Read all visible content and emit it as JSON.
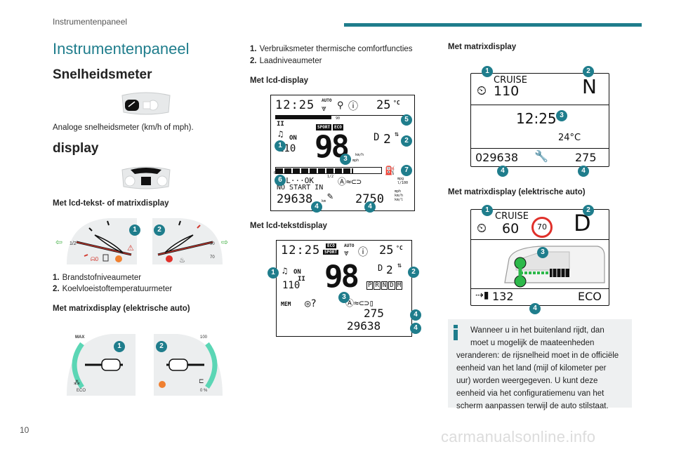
{
  "page": {
    "running_header": "Instrumentenpaneel",
    "page_number": "10",
    "watermark": "carmanualsonline.info"
  },
  "col1": {
    "title": "Instrumentenpaneel",
    "speedometer_heading": "Snelheidsmeter",
    "speedometer_desc": "Analoge snelheidsmeter (km/h of mph).",
    "display_heading": "display",
    "lcd_matrix_heading": "Met lcd-tekst- of matrixdisplay",
    "list1": [
      {
        "num": "1.",
        "text": "Brandstofniveaumeter"
      },
      {
        "num": "2.",
        "text": "Koelvloeistoftemperatuurmeter"
      }
    ],
    "electric_heading": "Met matrixdisplay (elektrische auto)",
    "gauge_labels": {
      "half": "1/2",
      "ninety": "90",
      "seventy": "70",
      "max": "MAX",
      "hundred": "100",
      "eco": "ECO",
      "zero_pct": "0 %"
    }
  },
  "col2": {
    "list2": [
      {
        "num": "1.",
        "text": "Verbruiksmeter thermische comfortfuncties"
      },
      {
        "num": "2.",
        "text": "Laadniveaumeter"
      }
    ],
    "lcd_heading": "Met lcd-display",
    "lcd": {
      "clock": "12:25",
      "auto": "AUTO",
      "temp": "25",
      "temp_unit": "°C",
      "scale_60": "60",
      "scale_90": "90",
      "sport": "SPORT",
      "eco": "ECO",
      "on": "ON",
      "cruise_speed": "110",
      "speed": "98",
      "gear": "D",
      "gear_num": "2",
      "kmh": "km/h",
      "mph": "mph",
      "zero": "0",
      "half": "1/2",
      "mpg": "mpg",
      "l100": "l/100",
      "oil_msg": "OIL···OK",
      "start_msg": "NO START IN",
      "odo": "29638",
      "km": "km",
      "range": "2750",
      "range_units": "mph km/h km/l"
    },
    "lcdtext_heading": "Met lcd-tekstdisplay",
    "lcdtext": {
      "clock": "12:25",
      "eco": "ECO",
      "sport": "SPORT",
      "auto": "AUTO",
      "temp": "25",
      "temp_unit": "°C",
      "on": "ON",
      "cruise_speed": "110",
      "speed": "98",
      "gear": "D",
      "gear_num": "2",
      "prnd": [
        "P",
        "R",
        "N",
        "D",
        "M"
      ],
      "mem": "MEM",
      "range": "275",
      "odo": "29638"
    }
  },
  "col3": {
    "matrix_heading": "Met matrixdisplay",
    "matrix": {
      "cruise": "CRUISE",
      "cruise_speed": "110",
      "gear": "N",
      "clock": "12:25",
      "temp": "24°C",
      "odo": "029638",
      "range": "275"
    },
    "matrix_ev_heading": "Met matrixdisplay (elektrische auto)",
    "matrix_ev": {
      "cruise": "CRUISE",
      "cruise_speed": "60",
      "limit": "70",
      "gear": "D",
      "range": "132",
      "mode": "ECO"
    },
    "info": {
      "line1": "Wanneer u in het buitenland rijdt, dan",
      "line2": "moet u mogelijk de maateenheden",
      "line3": "veranderen: de rijsnelheid moet in de officiële",
      "line4": "eenheid van het land (mijl of kilometer per",
      "line5": "uur) worden weergegeven. U kunt deze",
      "line6": "eenheid via het configuratiemenu van het",
      "line7": "scherm aanpassen terwijl de auto stilstaat."
    }
  },
  "badges": {
    "b1": "1",
    "b2": "2",
    "b3": "3",
    "b4": "4",
    "b5": "5",
    "b6": "6",
    "b7": "7"
  },
  "colors": {
    "accent": "#1f7d8c",
    "orange": "#f08030",
    "red": "#e0302a",
    "green_gauge": "#5bd6b5",
    "ev_green": "#2db84a"
  }
}
